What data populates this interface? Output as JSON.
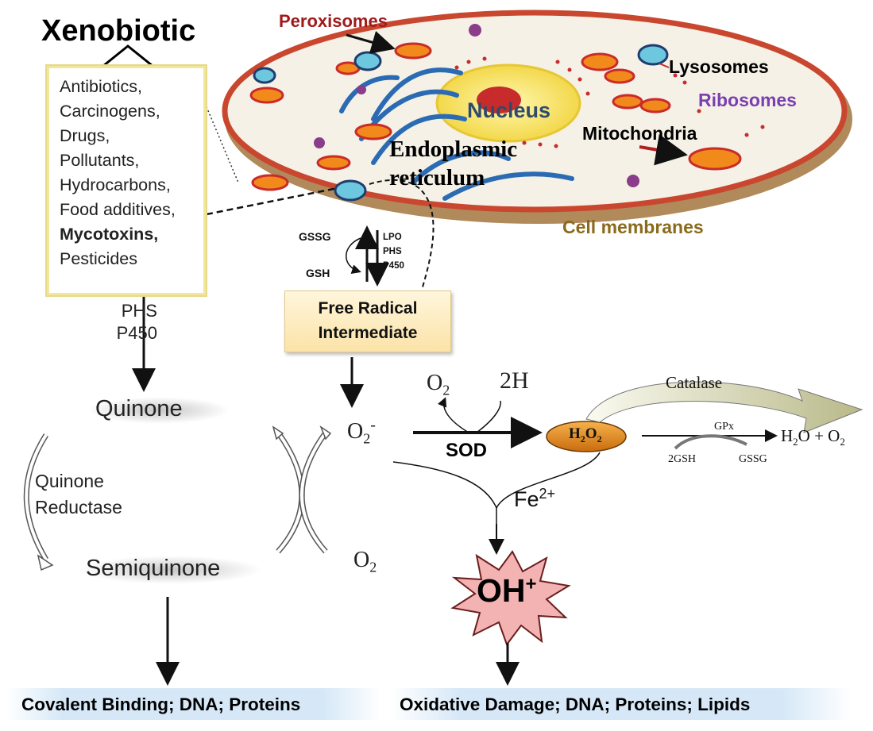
{
  "title": "Xenobiotic",
  "xenobiotic_list": [
    {
      "text": "Antibiotics,",
      "bold": false
    },
    {
      "text": "Carcinogens,",
      "bold": false
    },
    {
      "text": "Drugs,",
      "bold": false
    },
    {
      "text": "Pollutants,",
      "bold": false
    },
    {
      "text": "Hydrocarbons,",
      "bold": false
    },
    {
      "text": "Food additives,",
      "bold": false
    },
    {
      "text": "Mycotoxins",
      "bold": true,
      "suffix": ","
    },
    {
      "text": "Pesticides",
      "bold": false
    }
  ],
  "cell_labels": {
    "peroxisomes": "Peroxisomes",
    "lysosomes": "Lysosomes",
    "ribosomes": "Ribosomes",
    "nucleus": "Nucleus",
    "mitochondria": "Mitochondria",
    "endoplasmic_reticulum": "Endoplasmic reticulum",
    "cell_membranes": "Cell membranes"
  },
  "glutathione_cycle": {
    "gssg": "GSSG",
    "gsh": "GSH"
  },
  "enzymes_er": [
    "LPO",
    "PHS",
    "P450"
  ],
  "phs_p450": [
    "PHS",
    "P450"
  ],
  "free_radical": [
    "Free Radical",
    "Intermediate"
  ],
  "quinone_cycle": {
    "quinone": "Quinone",
    "reductase": [
      "Quinone",
      "Reductase"
    ],
    "semiquinone": "Semiquinone"
  },
  "ros": {
    "o2_top": "O",
    "o2_top_sub": "2",
    "two_h": "2H",
    "superoxide": "O",
    "superoxide_sub": "2",
    "superoxide_sup": "-",
    "sod": "SOD",
    "h2o2": "H",
    "h2o2_sub": "2",
    "h2o2_o": "O",
    "h2o2_o_sub": "2",
    "catalase": "Catalase",
    "gpx": "GPx",
    "gsh2": "2GSH",
    "gssg2": "GSSG",
    "water": "H",
    "water_sub": "2",
    "water_o": "O + O",
    "water_o_sub": "2",
    "fe": "Fe",
    "fe_sup": "2+",
    "o2_right": "O",
    "o2_right_sub": "2",
    "hydroxyl": "OH",
    "hydroxyl_sup": "+"
  },
  "outcomes": {
    "left": "Covalent Binding; DNA; Proteins",
    "right": "Oxidative Damage; DNA; Proteins; Lipids"
  },
  "colors": {
    "box_border": "#f1e79a",
    "peroxisome_label": "#a11a1a",
    "ribosome_label": "#7a3fb0",
    "nucleus_label": "#2e4b6e",
    "membrane_label": "#8a6a1c",
    "h2o2_node": "#e08a1e",
    "hydroxyl_star": "#f4b3b3",
    "outcome_band": "#d6e8f7"
  }
}
